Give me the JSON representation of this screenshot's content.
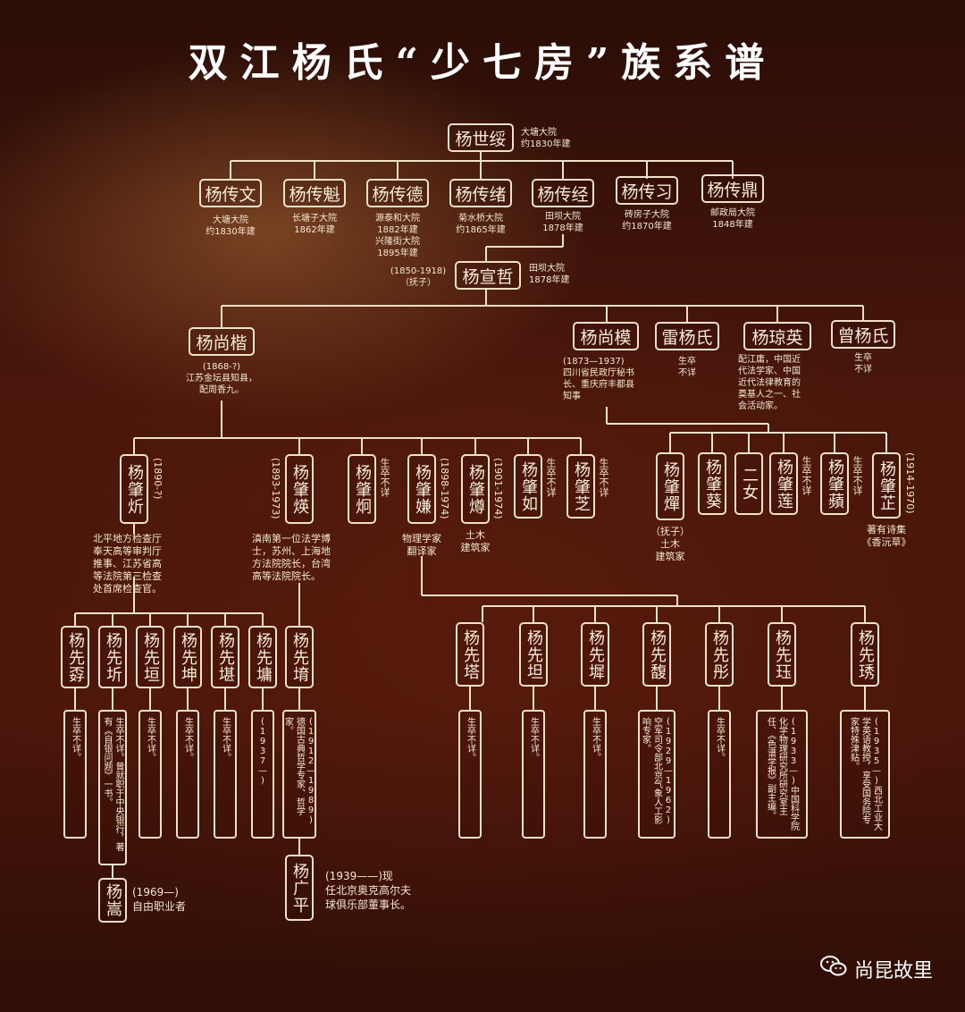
{
  "title": "双江杨氏“少七房”族系谱",
  "gen1": {
    "name": "杨世绥",
    "note": "大塘大院\n约1830年建"
  },
  "gen2": [
    {
      "name": "杨传文",
      "note": "大塘大院\n约1830年建"
    },
    {
      "name": "杨传魁",
      "note": "长塘子大院\n1862年建"
    },
    {
      "name": "杨传德",
      "note": "源泰和大院\n1882年建\n兴隆街大院\n1895年建"
    },
    {
      "name": "杨传绪",
      "note": "菊水桥大院\n约1865年建"
    },
    {
      "name": "杨传经",
      "note": "田坝大院\n1878年建"
    },
    {
      "name": "杨传习",
      "note": "砖房子大院\n约1870年建"
    },
    {
      "name": "杨传鼎",
      "note": "邮政局大院\n1848年建"
    }
  ],
  "gen3": {
    "name": "杨宣哲",
    "life": "(1850-1918)\n（抚子）",
    "note": "田坝大院\n1878年建"
  },
  "gen4": [
    {
      "name": "杨尚楷",
      "note": "(1868-?)\n江苏金坛县知县，\n配周香九。"
    },
    {
      "name": "杨尚模",
      "note": "(1873—1937)\n四川省民政厅秘书\n长、重庆府丰都县\n知事"
    },
    {
      "name": "雷杨氏",
      "note": "生卒\n不详"
    },
    {
      "name": "杨琼英",
      "note": "配江庸，中国近\n代法学家、中国\n近代法律教育的\n奠基人之一、社\n会活动家。"
    },
    {
      "name": "曾杨氏",
      "note": "生卒\n不详"
    }
  ],
  "gen5_left": [
    {
      "name": "杨肇炘",
      "life": "(1890-?)",
      "note": "北平地方检查厅\n奉天高等审判厅\n推事、江苏省高\n等法院第三检查\n处首席检查官。"
    },
    {
      "name": "杨肇煐",
      "life": "(1893-1973)",
      "note": "滇南第一位法学博\n士，苏州、上海地\n方法院院长，台湾\n高等法院院长。"
    },
    {
      "name": "杨肇炯",
      "life": "生卒不详",
      "note": ""
    },
    {
      "name": "杨肇嫌",
      "life": "(1898-1974)",
      "note": "物理学家\n翻译家"
    },
    {
      "name": "杨肇燇",
      "life": "(1901-1974)",
      "note": "土木\n建筑家"
    },
    {
      "name": "杨肇如",
      "life": "生卒不详",
      "note": ""
    },
    {
      "name": "杨肇芝",
      "life": "生卒不详",
      "note": ""
    }
  ],
  "gen5_right": [
    {
      "name": "杨肇燀",
      "life": "",
      "note": "（抚子）\n土木\n建筑家"
    },
    {
      "name": "杨肇葵",
      "life": "",
      "note": ""
    },
    {
      "name": "二女",
      "life": "",
      "note": ""
    },
    {
      "name": "杨肇莲",
      "life": "生卒不详",
      "note": ""
    },
    {
      "name": "杨肇蘋",
      "life": "生卒不详",
      "note": ""
    },
    {
      "name": "杨肇芷",
      "life": "(1914-1970)",
      "note": "著有诗集\n《香沅草》"
    }
  ],
  "gen6_left": [
    {
      "name": "杨先孬",
      "detail": "生卒不详。"
    },
    {
      "name": "杨先圻",
      "detail": "生卒不详。曾就职于中央银行，著有《自银问题》一书。"
    },
    {
      "name": "杨先垣",
      "detail": "生卒不详。"
    },
    {
      "name": "杨先坤",
      "detail": "生卒不详。"
    },
    {
      "name": "杨先堪",
      "detail": "生卒不详。"
    },
    {
      "name": "杨先墉",
      "detail": "(1937—)"
    },
    {
      "name": "杨先堉",
      "detail": "(1912—1989)德国古典哲学专家、哲学家。"
    }
  ],
  "gen6_right": [
    {
      "name": "杨先塔",
      "detail": "生卒不详。"
    },
    {
      "name": "杨先坦",
      "detail": "生卒不详。"
    },
    {
      "name": "杨先墀",
      "detail": "生卒不详。"
    },
    {
      "name": "杨先馥",
      "detail": "(1929—1962)空军司令部北京气象人工影响专家。"
    },
    {
      "name": "杨先彤",
      "detail": "生卒不详。"
    },
    {
      "name": "杨先珏",
      "detail": "(1933—)中国科学院化学物理研究所研究室主任、《色谱学报》副主编。"
    },
    {
      "name": "杨先琇",
      "detail": "(1935—)西北工业大学英语教授，享受国务院专家特殊津贴。"
    }
  ],
  "gen7": [
    {
      "name": "杨嵩",
      "note": "(1969—)\n自由职业者"
    },
    {
      "name": "杨广平",
      "note": "(1939——)现\n任北京奥克高尔夫\n球俱乐部董事长。"
    }
  ],
  "watermark": "尚昆故里",
  "colors": {
    "board": "#4a170b",
    "line": "#efe2c6",
    "text": "#f1e7cf"
  }
}
